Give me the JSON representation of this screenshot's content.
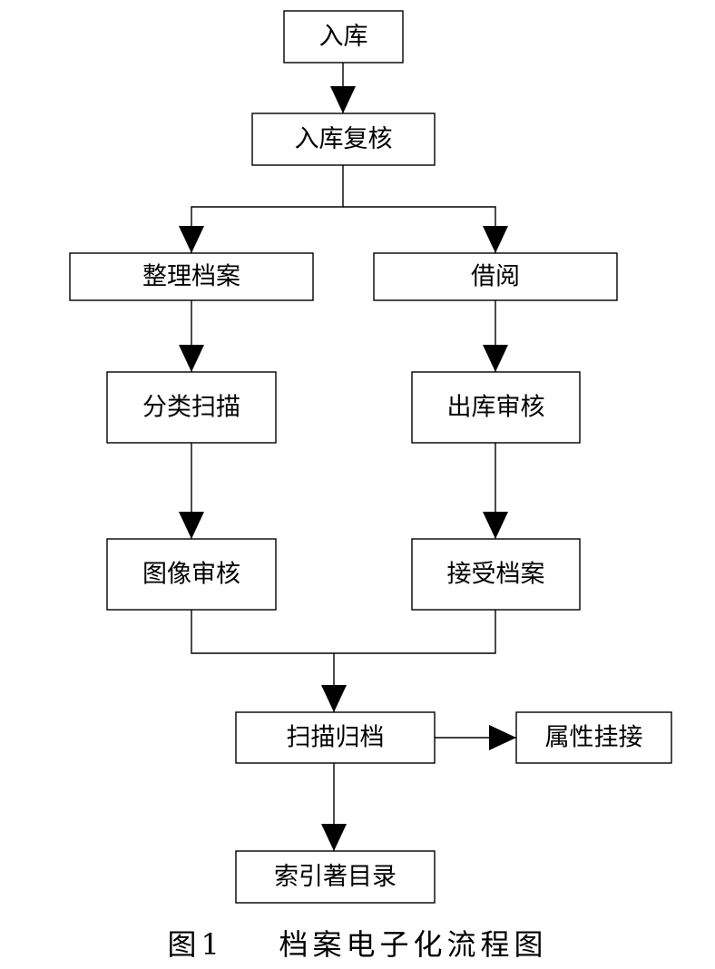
{
  "nodes": {
    "ruku": "入库",
    "ruku_fuhe": "入库复核",
    "zhengli_dangan": "整理档案",
    "jieyue": "借阅",
    "fenlei_saomiao": "分类扫描",
    "chuku_shenhe": "出库审核",
    "tuxiang_shenhe": "图像审核",
    "jieshou_dangan": "接受档案",
    "saomiao_guidang": "扫描归档",
    "shuxing_guajie": "属性挂接",
    "suoyin_mulu": "索引著目录"
  },
  "caption": "图1    档案电子化流程图"
}
